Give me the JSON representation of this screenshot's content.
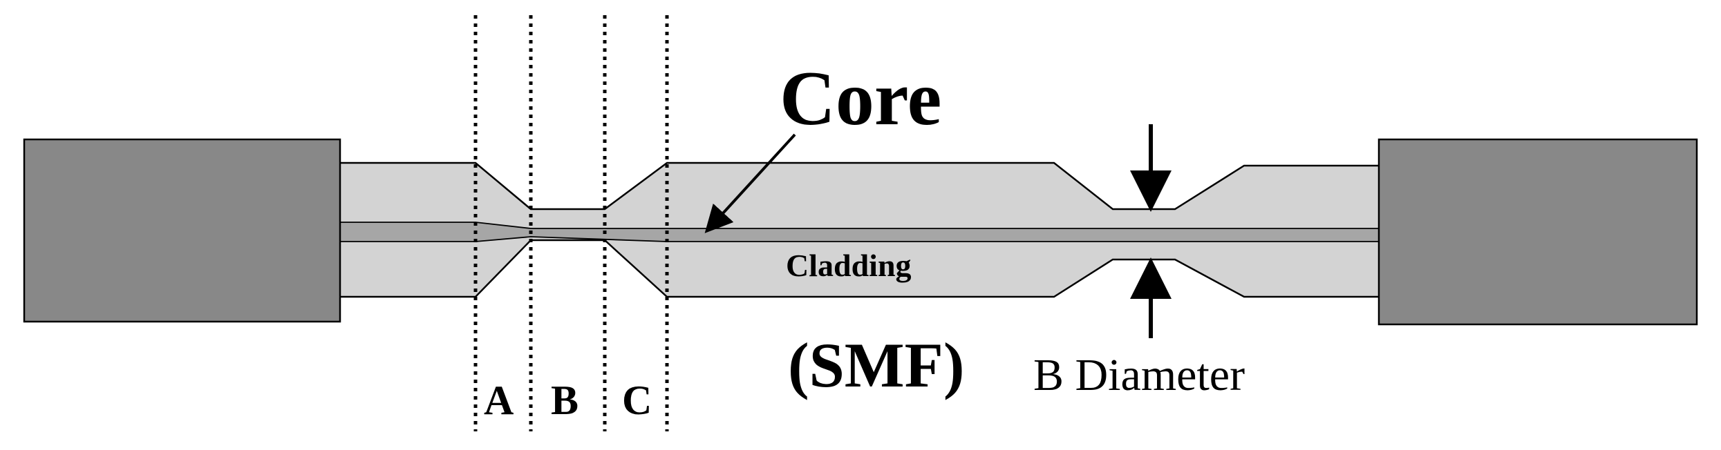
{
  "labels": {
    "core": "Core",
    "cladding": "Cladding",
    "smf": "(SMF)",
    "b_diameter": "B Diameter",
    "region_a": "A",
    "region_b": "B",
    "region_c": "C"
  },
  "colors": {
    "jacket": "#888888",
    "cladding": "#d3d3d3",
    "core": "#a6a6a6",
    "outline": "#000000",
    "background": "#ffffff"
  }
}
